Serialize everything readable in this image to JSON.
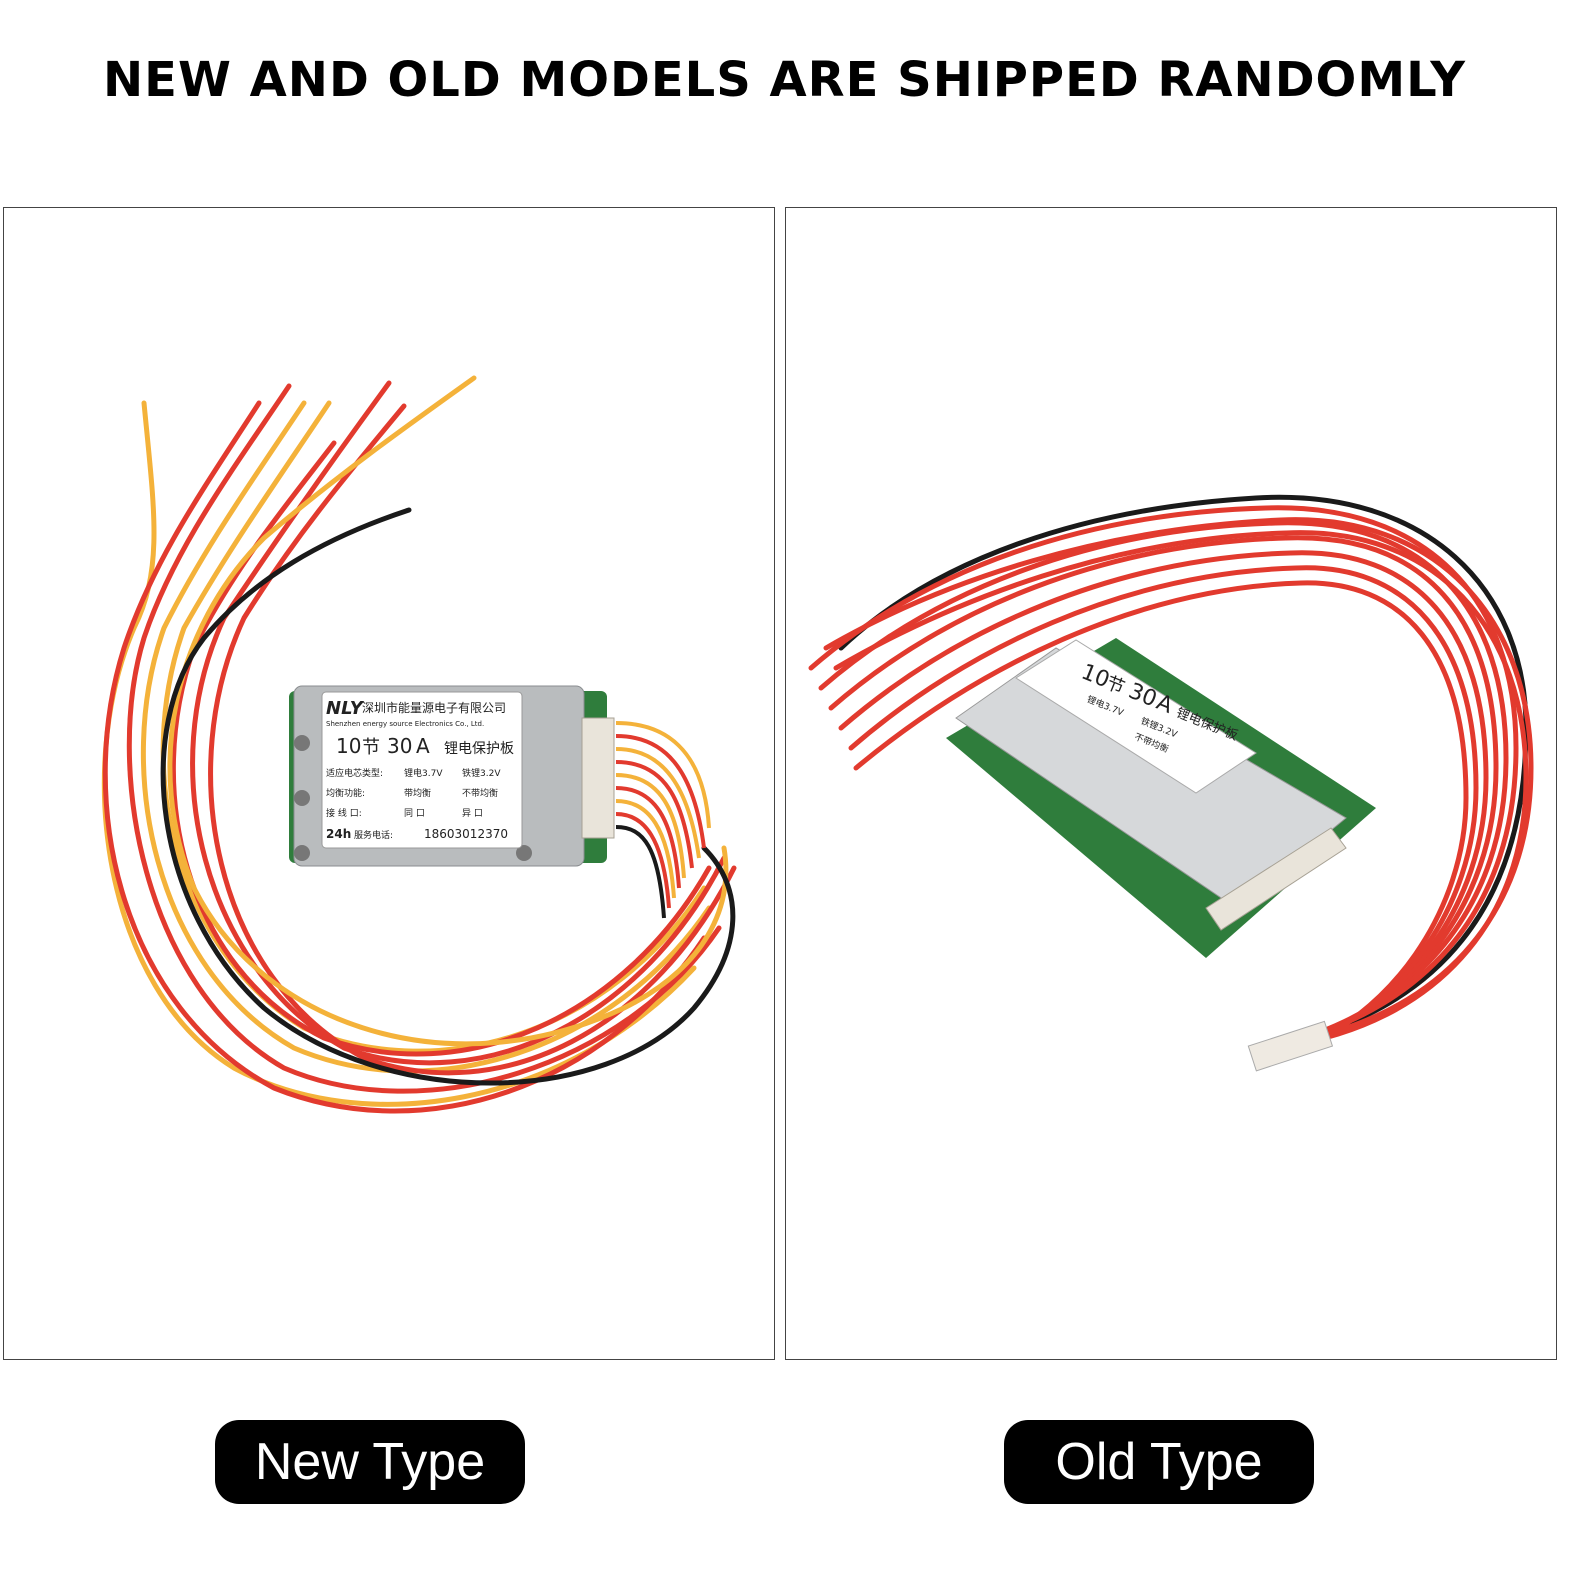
{
  "headline": "NEW AND OLD MODELS ARE SHIPPED RANDOMLY",
  "labels": {
    "new_type": "New Type",
    "old_type": "Old Type"
  },
  "new_board": {
    "logo": "NLY",
    "company": "深圳市能量源电子有限公司",
    "company_en": "Shenzhen energy source Electronics Co., Ltd.",
    "series": "10",
    "unit_series": "节",
    "current": "30",
    "unit_current": "A",
    "product": "锂电保护板",
    "row1_label": "适应电芯类型:",
    "row1_opt1": "锂电3.7V",
    "row1_opt2": "铁锂3.2V",
    "row2_label": "均衡功能:",
    "row2_opt1": "带均衡",
    "row2_opt2": "不带均衡",
    "row3_label": "接 线 口:",
    "row3_opt1": "同 口",
    "row3_opt2": "异 口",
    "service_prefix": "24h",
    "service_label": "服务电话:",
    "phone": "18603012370"
  },
  "old_board": {
    "series": "10",
    "unit_series": "节",
    "current": "30",
    "unit_current": "A",
    "product": "锂电保护板",
    "row1_opt1": "锂电3.7V",
    "row1_opt2": "铁锂3.2V",
    "row2_opt2": "不带均衡"
  },
  "colors": {
    "wire_red": "#e23a2e",
    "wire_yellow": "#f4b23a",
    "wire_black": "#1a1a1a",
    "pcb_green": "#2f7d3c",
    "metal": "#b9bcbe"
  }
}
